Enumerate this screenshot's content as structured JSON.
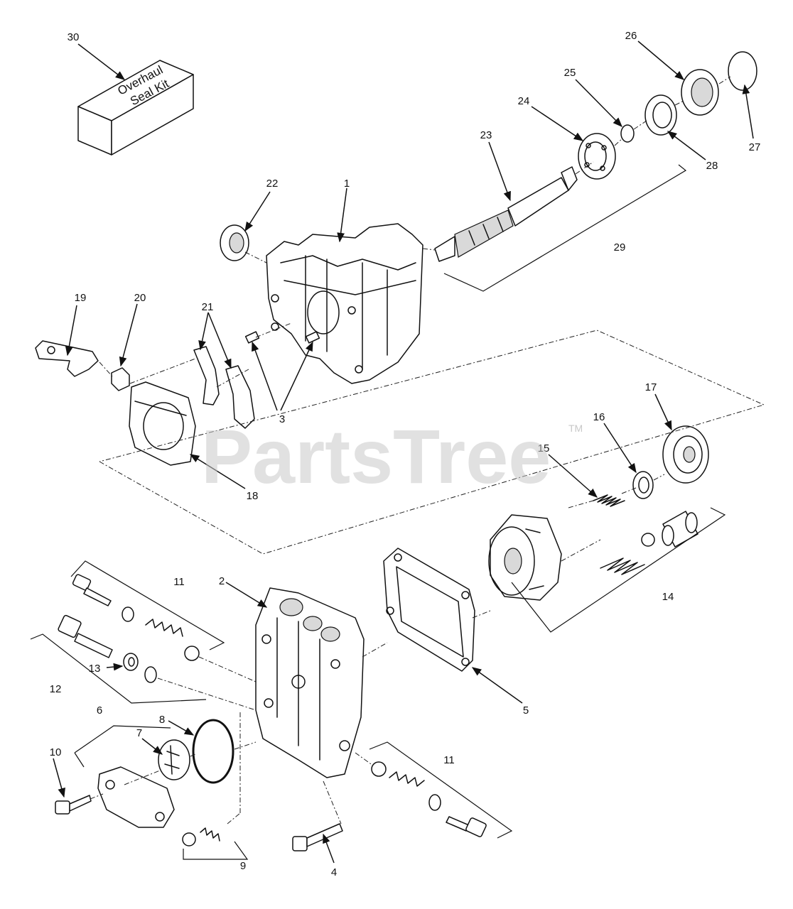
{
  "watermark": {
    "text": "PartsTree",
    "trademark": "TM"
  },
  "kit": {
    "line1": "Overhaul",
    "line2": "Seal Kit"
  },
  "callouts": {
    "c1": "1",
    "c2": "2",
    "c3": "3",
    "c4": "4",
    "c5": "5",
    "c6": "6",
    "c7": "7",
    "c8": "8",
    "c9": "9",
    "c10": "10",
    "c11a": "11",
    "c11b": "11",
    "c12": "12",
    "c13": "13",
    "c14": "14",
    "c15": "15",
    "c16": "16",
    "c17": "17",
    "c18": "18",
    "c19": "19",
    "c20": "20",
    "c21": "21",
    "c22": "22",
    "c23": "23",
    "c24": "24",
    "c25": "25",
    "c26": "26",
    "c27": "27",
    "c28": "28",
    "c29": "29",
    "c30": "30"
  },
  "colors": {
    "line": "#111111",
    "watermark": "#c8c8c8",
    "background": "#ffffff"
  }
}
